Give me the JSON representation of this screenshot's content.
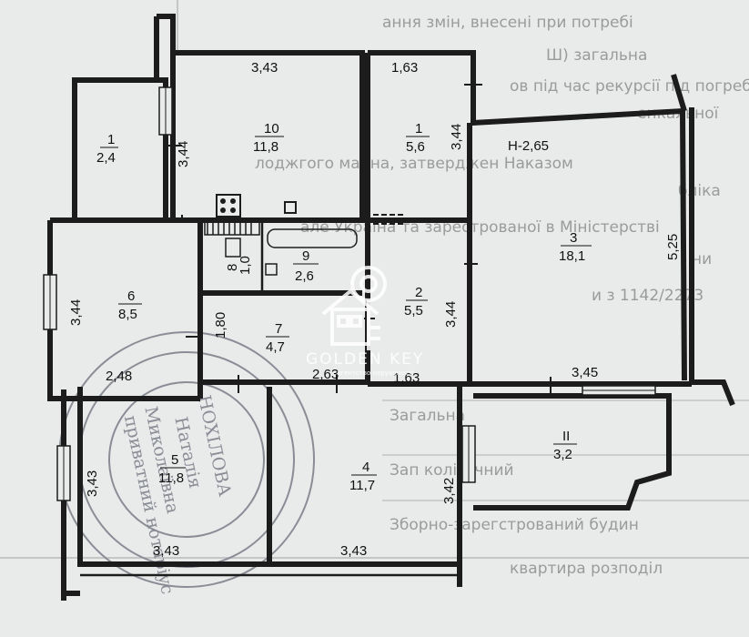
{
  "background_text": [
    {
      "text": "ання змін, внесені при потребі"
    },
    {
      "text": "Ш) загальна"
    },
    {
      "text": "ов під час рекурсії під погреба"
    },
    {
      "text": "енкальної"
    },
    {
      "text": "лоджгого майна, затверджен Наказом"
    },
    {
      "text": "бліка"
    },
    {
      "text": "але Україна та зарестрованої в Міністерстві"
    },
    {
      "text": "ни"
    },
    {
      "text": "и з 1142/2273"
    },
    {
      "text": "Загальна"
    },
    {
      "text": "Зап колістчний"
    },
    {
      "text": "Зборно-зарегстрований будин"
    },
    {
      "text": "квартира розподіл"
    }
  ],
  "ceiling_height": "Н-2,65",
  "rooms": [
    {
      "num": "1",
      "area": "2,4"
    },
    {
      "num": "10",
      "area": "11,8"
    },
    {
      "num": "1",
      "area": "5,6"
    },
    {
      "num": "3",
      "area": "18,1"
    },
    {
      "num": "6",
      "area": "8,5"
    },
    {
      "num": "8",
      "area": "1,0"
    },
    {
      "num": "9",
      "area": "2,6"
    },
    {
      "num": "2",
      "area": "5,5"
    },
    {
      "num": "7",
      "area": "4,7"
    },
    {
      "num": "5",
      "area": "11,8"
    },
    {
      "num": "4",
      "area": "11,7"
    },
    {
      "num": "II",
      "area": "3,2"
    }
  ],
  "dimensions": [
    {
      "value": "3,43"
    },
    {
      "value": "1,63"
    },
    {
      "value": "3,44"
    },
    {
      "value": "3,44"
    },
    {
      "value": "5,25"
    },
    {
      "value": "3,44"
    },
    {
      "value": "1,80"
    },
    {
      "value": "2,48"
    },
    {
      "value": "2,63"
    },
    {
      "value": "1,63"
    },
    {
      "value": "3,44"
    },
    {
      "value": "3,45"
    },
    {
      "value": "3,43"
    },
    {
      "value": "3,42"
    },
    {
      "value": "3,43"
    },
    {
      "value": "3,43"
    }
  ],
  "stamp": {
    "lines": [
      "НОХІЛОВА",
      "Наталія",
      "Миколаївна"
    ],
    "small": "приватний нотаріус"
  },
  "watermark": {
    "brand": "GOLDEN KEY",
    "sub": "агентство нерухомості"
  },
  "colors": {
    "background": "#e9eaea",
    "walls": "#1c1c1c",
    "stamp": "#8b8d96",
    "watermark": "#ffffff"
  }
}
